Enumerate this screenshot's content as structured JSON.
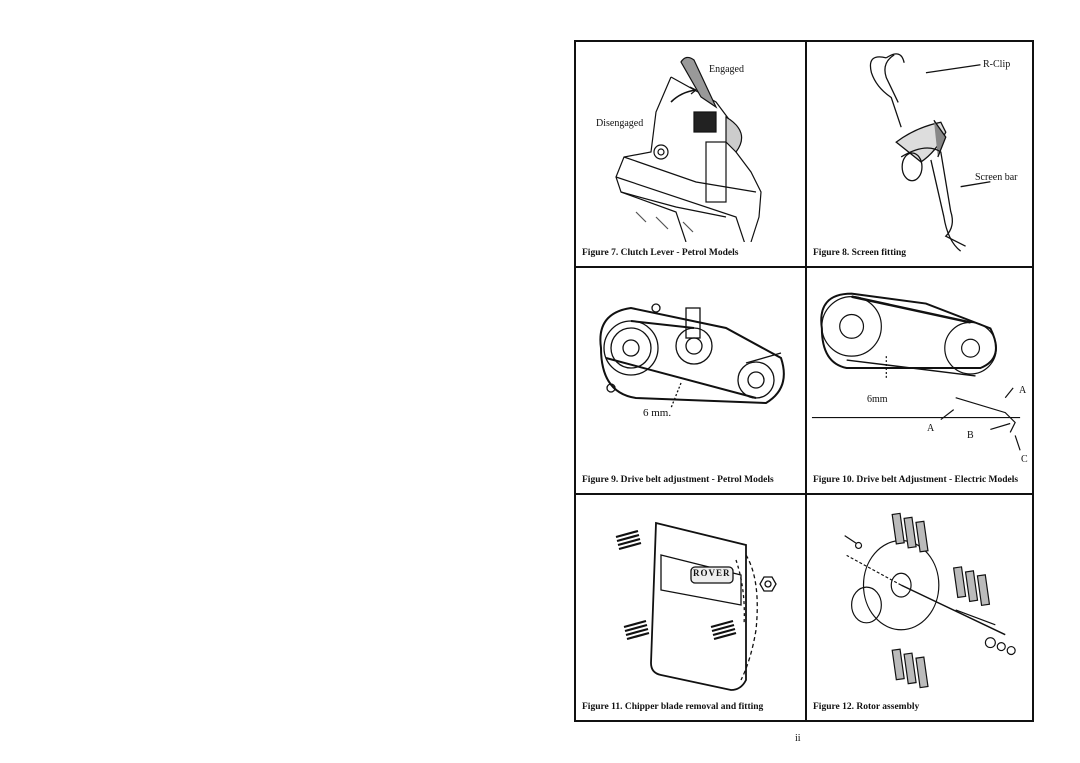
{
  "figures": [
    {
      "caption": "Figure 7. Clutch Lever - Petrol Models",
      "labels": {
        "engaged": "Engaged",
        "disengaged": "Disengaged"
      }
    },
    {
      "caption": "Figure 8. Screen fitting",
      "labels": {
        "rclip": "R-Clip",
        "screen_bar": "Screen bar"
      }
    },
    {
      "caption": "Figure 9. Drive belt adjustment - Petrol Models",
      "labels": {
        "gap": "6 mm."
      }
    },
    {
      "caption": "Figure 10. Drive belt Adjustment - Electric Models",
      "labels": {
        "gap": "6mm",
        "a1": "A",
        "a2": "A",
        "b": "B",
        "c": "C"
      }
    },
    {
      "caption": "Figure 11. Chipper blade removal and fitting",
      "labels": {
        "logo": "ROVER"
      }
    },
    {
      "caption": "Figure 12. Rotor assembly",
      "labels": {}
    }
  ],
  "page_number": "ii"
}
